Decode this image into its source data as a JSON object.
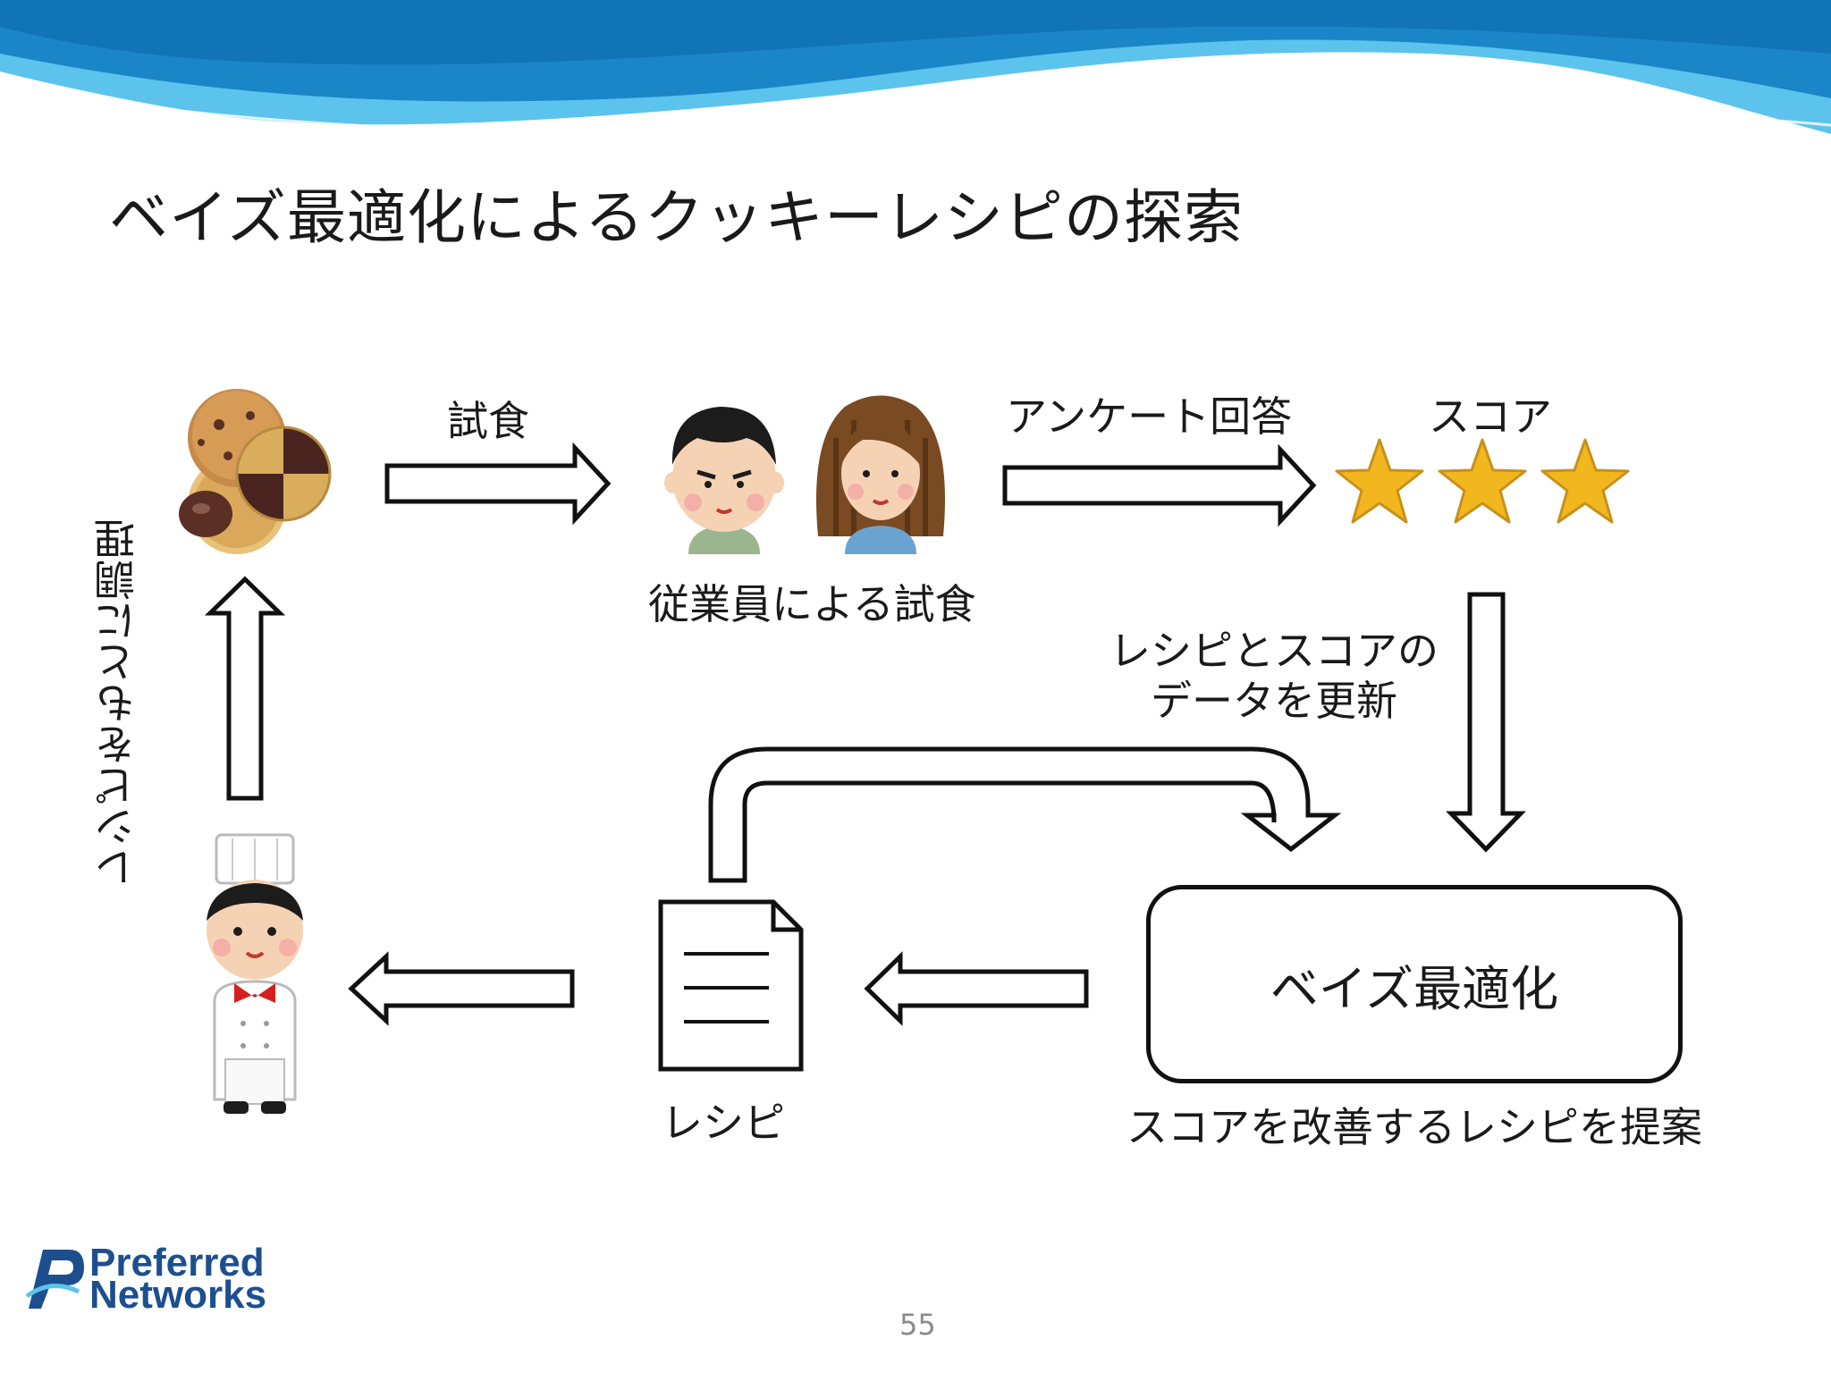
{
  "slide": {
    "title": "ベイズ最適化によるクッキーレシピの探索",
    "page_number": "55"
  },
  "labels": {
    "tasting": "試食",
    "survey_answer": "アンケート回答",
    "score": "スコア",
    "employees_tasting": "従業員による試食",
    "update_line1": "レシピとスコアの",
    "update_line2": "データを更新",
    "cook_by_recipe": "レシピをもとに調理",
    "bayes_opt": "ベイズ最適化",
    "recipe": "レシピ",
    "propose": "スコアを改善するレシピを提案"
  },
  "logo": {
    "line1": "Preferred",
    "line2": "Networks"
  },
  "colors": {
    "wave_dark": "#1a86c8",
    "wave_light": "#5cc3ec",
    "star": "#f2b71f",
    "logo": "#1d4f8f"
  },
  "icons": [
    "cookies-icon",
    "man-icon",
    "woman-icon",
    "star-icon",
    "document-icon",
    "chef-icon"
  ]
}
